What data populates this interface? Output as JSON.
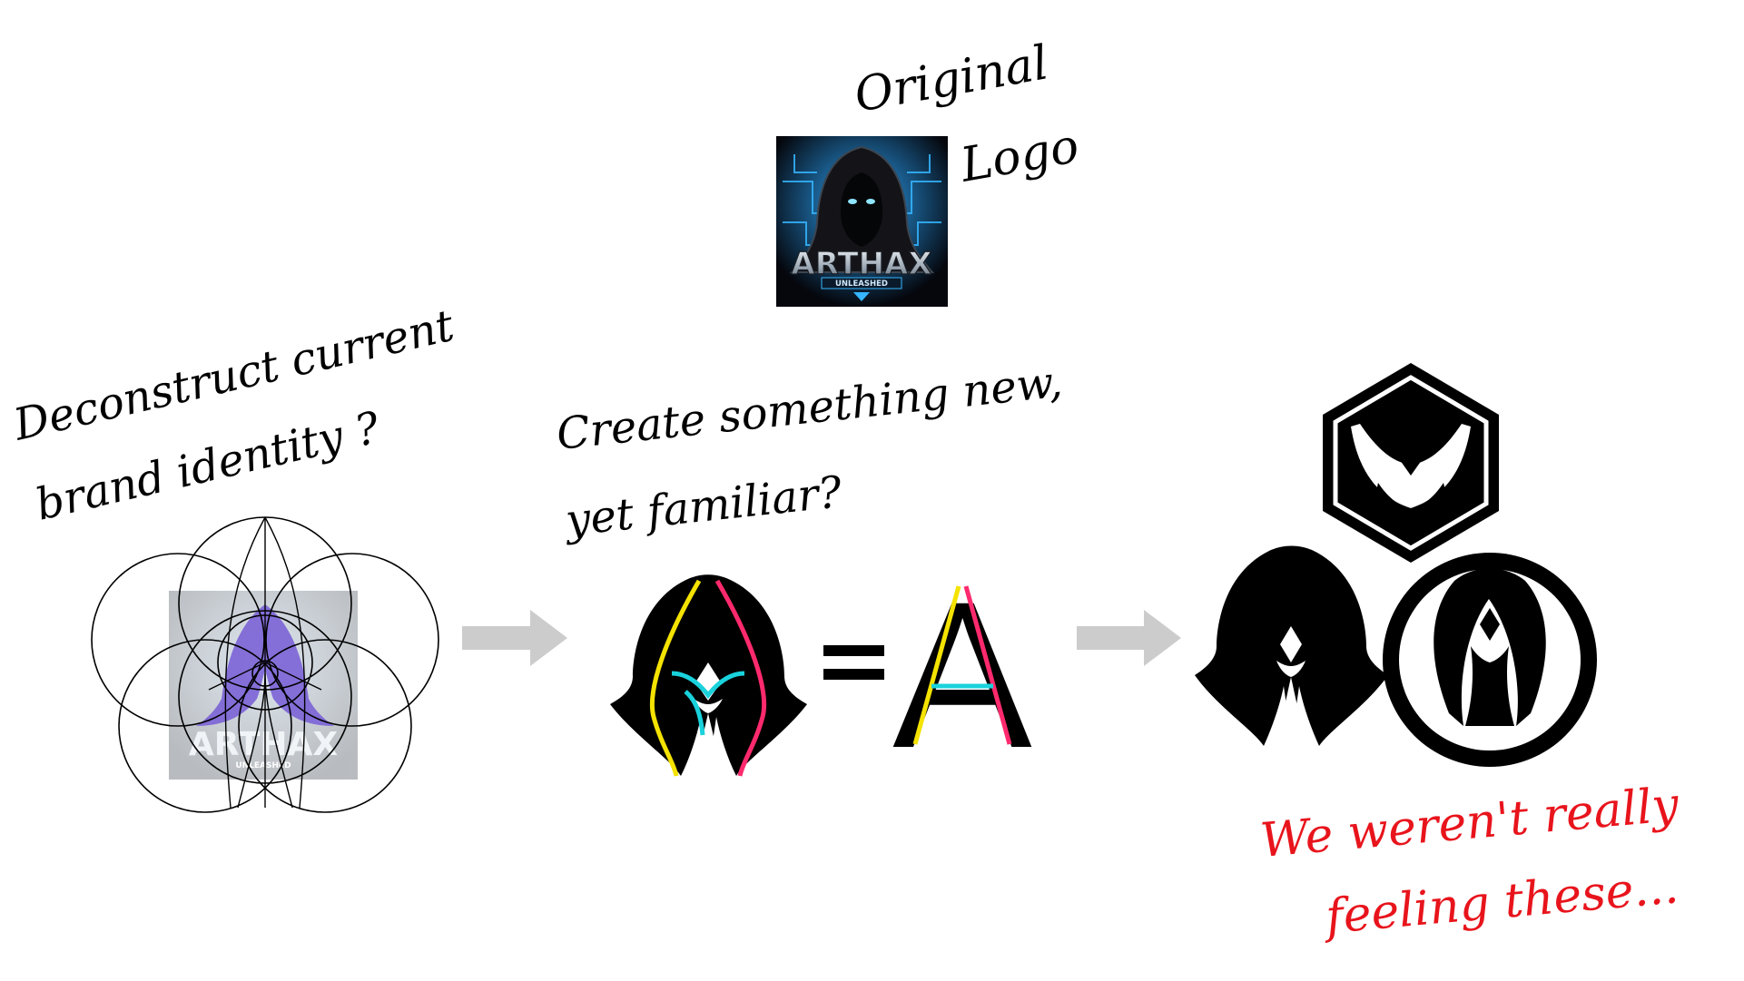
{
  "notes": {
    "original_logo": [
      "Original",
      "Logo"
    ],
    "deconstruct": [
      "Deconstruct current",
      "brand identity ?"
    ],
    "create": [
      "Create something new,",
      "yet familiar?"
    ],
    "verdict": [
      "We weren't really",
      "feeling these..."
    ]
  },
  "original_logo": {
    "wordmark": "ARTHAX",
    "tagline": "UNLEASHED"
  },
  "construction_overlay": {
    "wordmark": "ARTHAX",
    "tagline": "UNLEASHED"
  },
  "equation": {
    "operator": "=",
    "letter": "A"
  },
  "colors": {
    "ink": "#000000",
    "verdict": "#e8141c",
    "arrow": "#cccccc",
    "construction_fill": "#7b63d6",
    "stroke_yellow": "#f4e200",
    "stroke_magenta": "#ff2a6d",
    "stroke_cyan": "#19d2dc",
    "glow_blue": "#35b6ff"
  }
}
